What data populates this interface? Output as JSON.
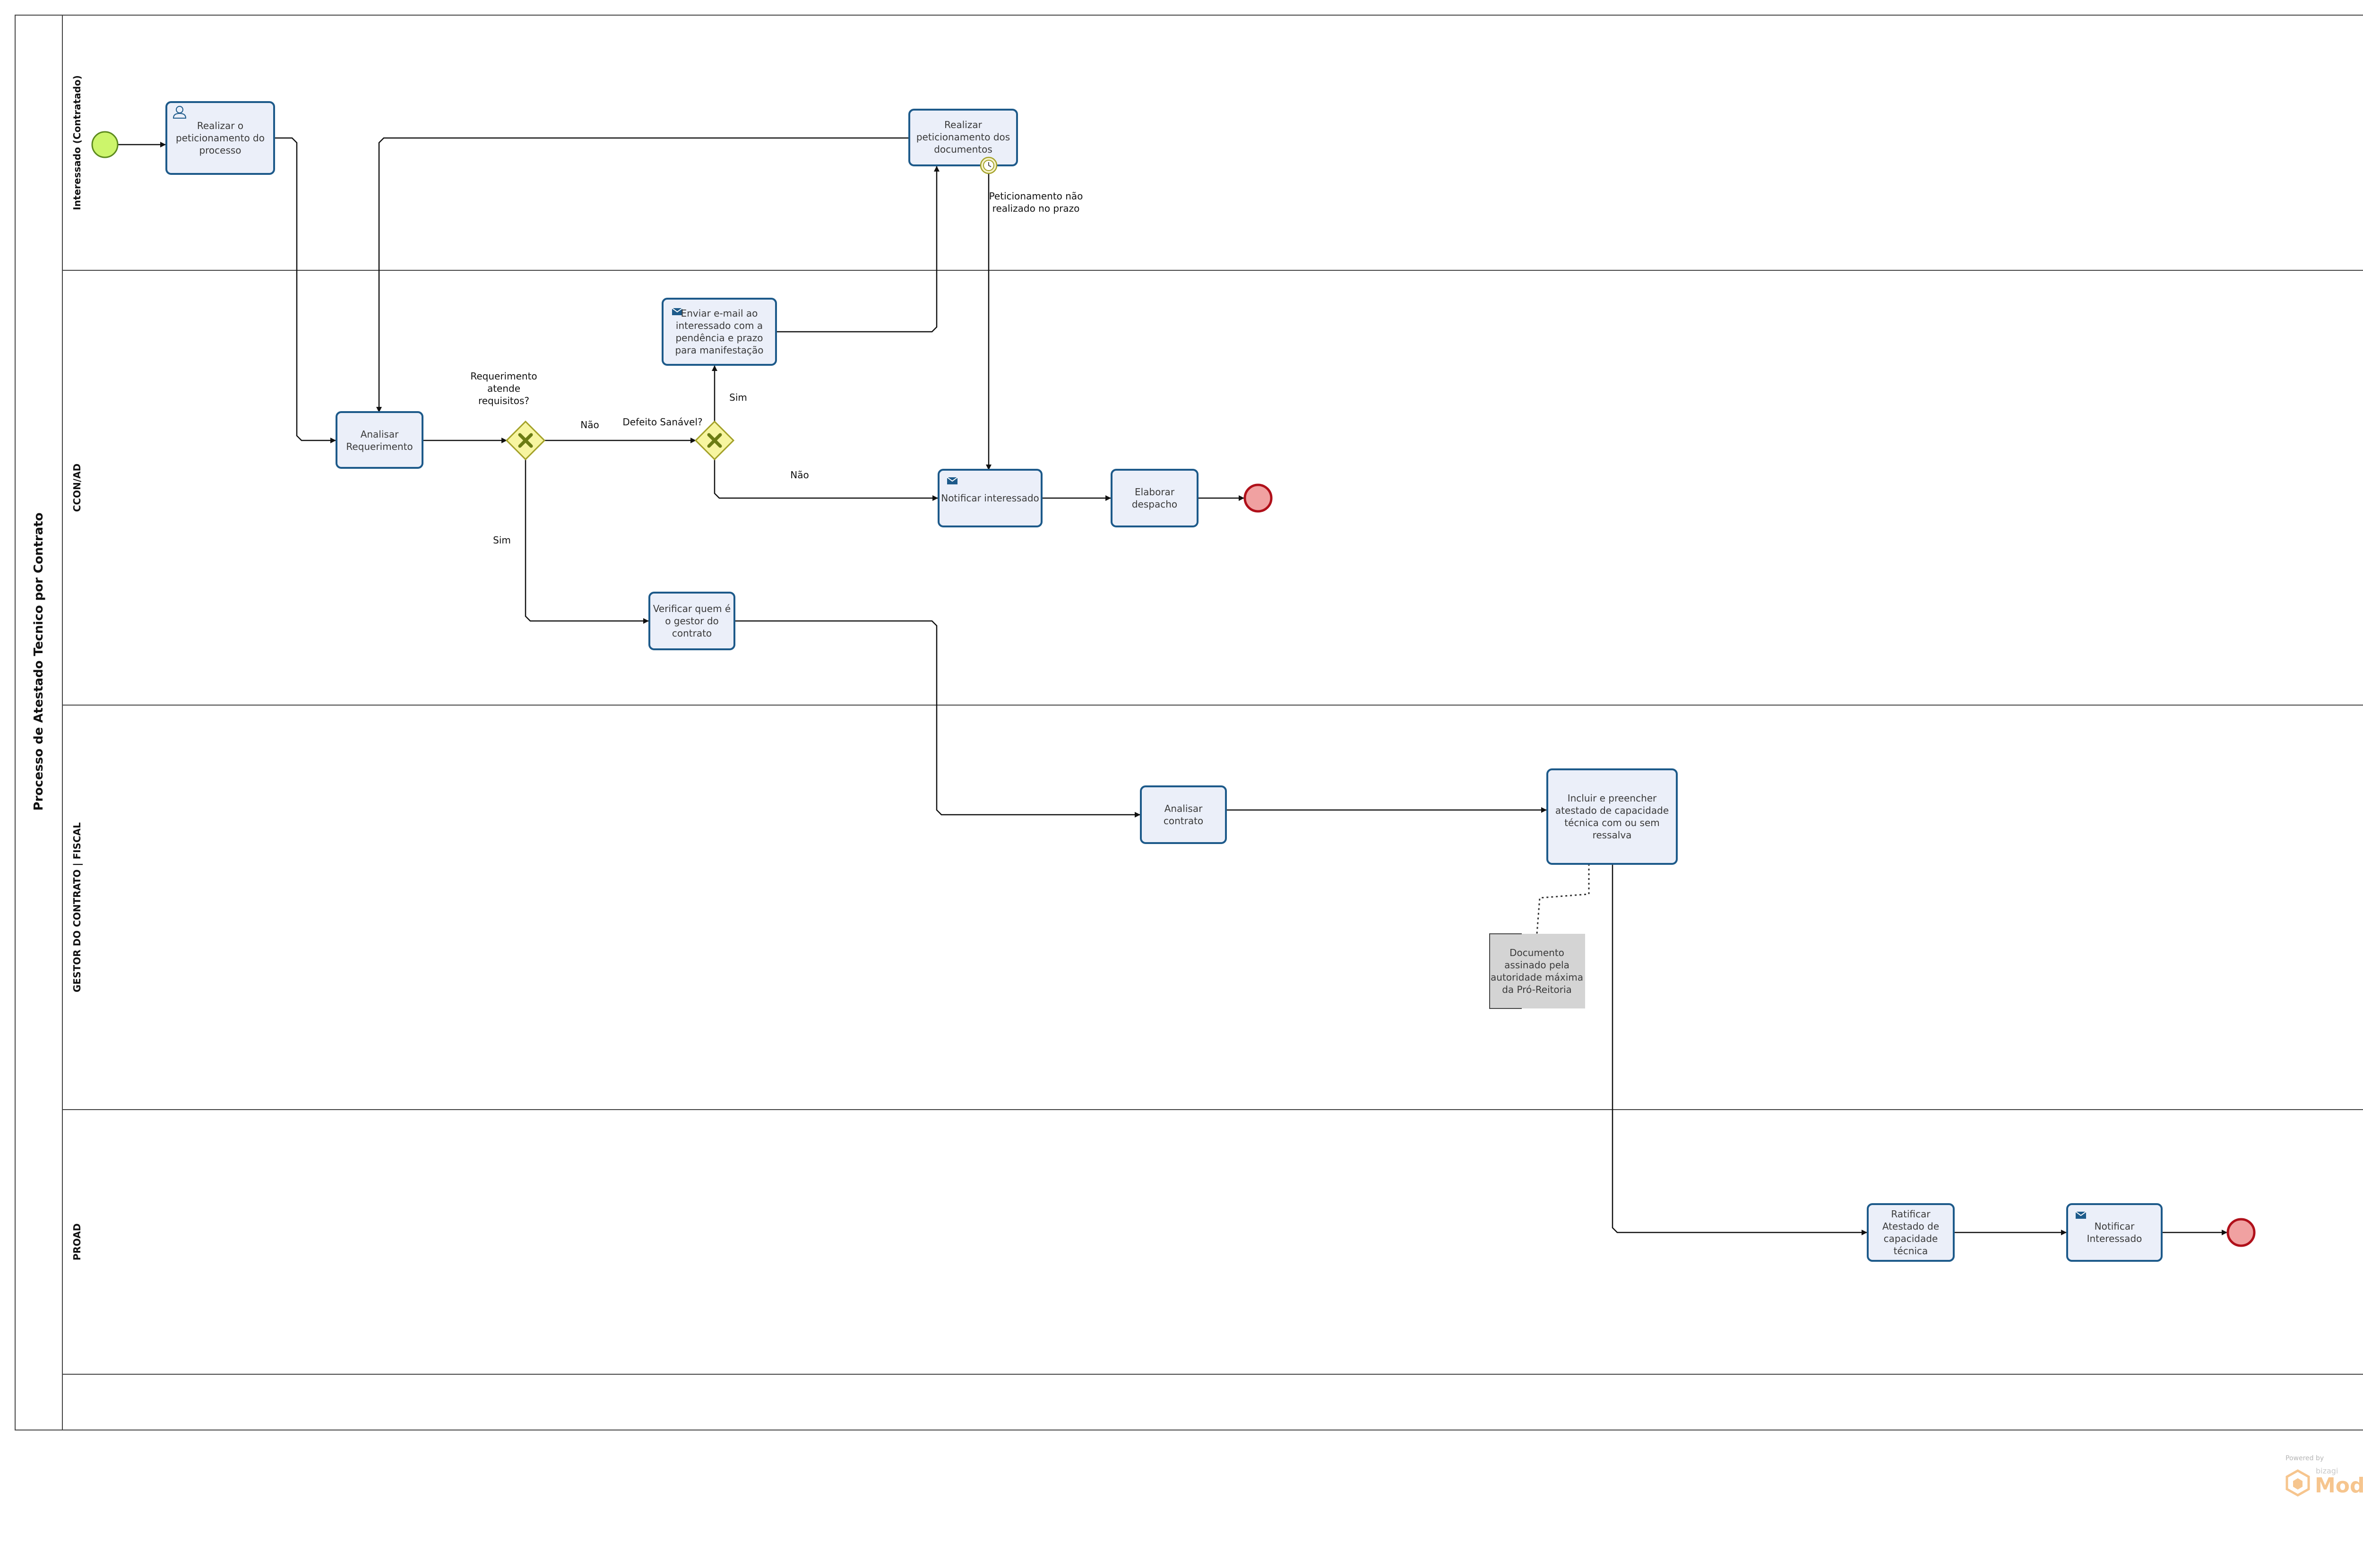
{
  "pool": {
    "title": "Processo de Atestado Tecnico por Contrato"
  },
  "lanes": {
    "interessado": "Interessado (Contratado)",
    "ccon": "CCON/AD",
    "gestor": "GESTOR DO CONTRATO | FISCAL",
    "proad": "PROAD"
  },
  "tasks": {
    "realizar_peticionamento": [
      "Realizar o",
      "peticionamento do",
      "processo"
    ],
    "realizar_peticionamento_docs": [
      "Realizar",
      "peticionamento dos",
      "documentos"
    ],
    "analisar_requerimento": [
      "Analisar",
      "Requerimento"
    ],
    "enviar_email": [
      "Enviar e-mail ao",
      "interessado com a",
      "pendência e prazo",
      "para manifestação"
    ],
    "notificar_interessado_ccon": [
      "Notificar interessado"
    ],
    "elaborar_despacho": [
      "Elaborar",
      "despacho"
    ],
    "verificar_gestor": [
      "Verificar quem é",
      "o gestor do",
      "contrato"
    ],
    "analisar_contrato": [
      "Analisar",
      "contrato"
    ],
    "incluir_atestado": [
      "Incluir e preencher",
      "atestado de capacidade",
      "técnica com ou sem",
      "ressalva"
    ],
    "ratificar_atestado": [
      "Ratificar",
      "Atestado de",
      "capacidade",
      "técnica"
    ],
    "notificar_interessado_proad": [
      "Notificar",
      "Interessado"
    ]
  },
  "annotation": [
    "Documento",
    "assinado pela",
    "autoridade máxima",
    "da Pró-Reitoria"
  ],
  "labels": {
    "gateway1_question": [
      "Requerimento",
      "atende",
      "requisitos?"
    ],
    "gateway2_question": "Defeito Sanável?",
    "nao_1": "Não",
    "sim_1": "Sim",
    "sim_2": "Sim",
    "nao_2": "Não",
    "timer_label": [
      "Peticionamento não",
      "realizado  no prazo"
    ]
  },
  "branding": {
    "powered_by": "Powered by",
    "bizagi": "bizagi",
    "modeler": "Modeler"
  },
  "colors": {
    "task_fill": "#ebeff9",
    "task_stroke": "#1d5a8a",
    "start_fill": "#ccf56b",
    "start_stroke": "#5c8a1e",
    "end_fill": "#f0a1a1",
    "end_stroke": "#b0101a",
    "gateway_fill": "#f7f5a0",
    "gateway_stroke": "#a3a128",
    "gateway_x": "#6b7c14",
    "annotation_fill": "#d4d4d4",
    "lane_line": "#444444",
    "branding": "#f6c58e"
  }
}
